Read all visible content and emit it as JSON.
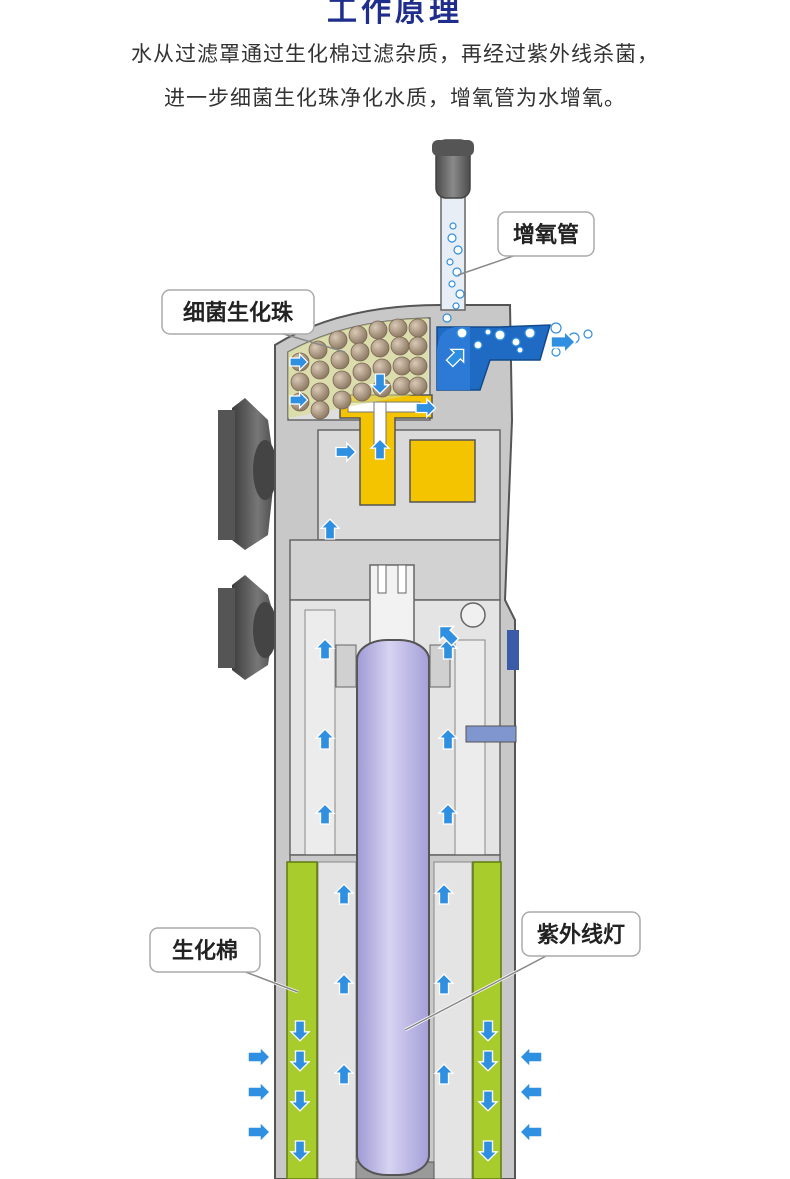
{
  "title": "工作原理",
  "description": {
    "line1": "水从过滤罩通过生化棉过滤杂质，再经过紫外线杀菌，",
    "line2": "进一步细菌生化珠净化水质，增氧管为水增氧。"
  },
  "labels": {
    "air_tube": "增氧管",
    "bio_balls": "细菌生化珠",
    "bio_sponge": "生化棉",
    "uv_lamp": "紫外线灯"
  },
  "colors": {
    "title": "#1f2e8c",
    "body_gray": "#c8c8c8",
    "inner_gray": "#e4e4e4",
    "sponge_green": "#a8cc2c",
    "uv_purple": "#b9b5e0",
    "chamber_yellow": "#f5c400",
    "water_blue": "#1f6bc4",
    "arrow_blue": "#2f8fe0",
    "suction_cup": "#5a5a5a",
    "bead_brown": "#a38f7a"
  }
}
